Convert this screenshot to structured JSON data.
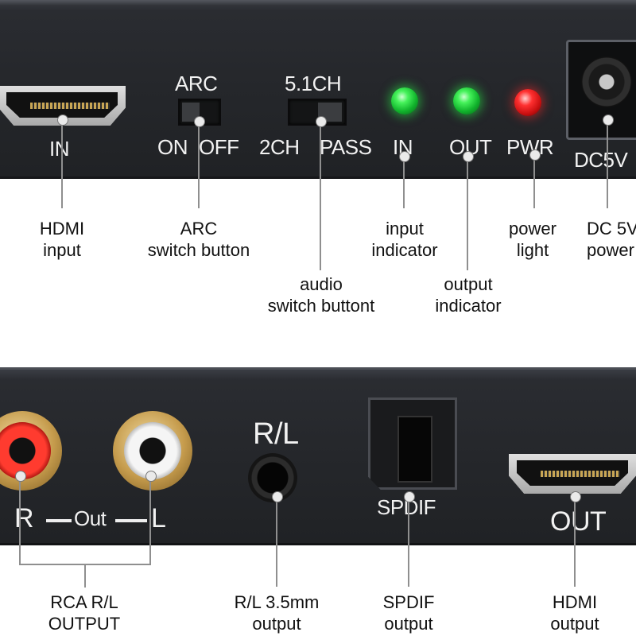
{
  "top_panel": {
    "hdmi_in": "IN",
    "arc_title": "ARC",
    "arc_on": "ON",
    "arc_off": "OFF",
    "audio_title": "5.1CH",
    "audio_2ch": "2CH",
    "audio_pass": "PASS",
    "led_in": "IN",
    "led_out": "OUT",
    "led_pwr": "PWR",
    "dc": "DC5V"
  },
  "bottom_panel": {
    "r": "R",
    "out": "Out",
    "l": "L",
    "rl": "R/L",
    "spdif": "SPDIF",
    "hdmi_out": "OUT"
  },
  "callouts": {
    "hdmi_input": [
      "HDMI",
      "input"
    ],
    "arc_switch": [
      "ARC",
      "switch button"
    ],
    "audio_switch": [
      "audio",
      "switch buttont"
    ],
    "input_indicator": [
      "input",
      "indicator"
    ],
    "output_indicator": [
      "output",
      "indicator"
    ],
    "power_light": [
      "power",
      "light"
    ],
    "dc_power": [
      "DC 5V",
      "power"
    ],
    "rca_output": [
      "RCA R/L",
      "OUTPUT"
    ],
    "rl_output": [
      "R/L 3.5mm",
      "output"
    ],
    "spdif_output": [
      "SPDIF",
      "output"
    ],
    "hdmi_output": [
      "HDMI",
      "output"
    ]
  },
  "colors": {
    "led_green": "#2ee84a",
    "led_red": "#ff2a2a",
    "rca_red": "#ff3b2f",
    "rca_white": "#f5f5f5"
  }
}
